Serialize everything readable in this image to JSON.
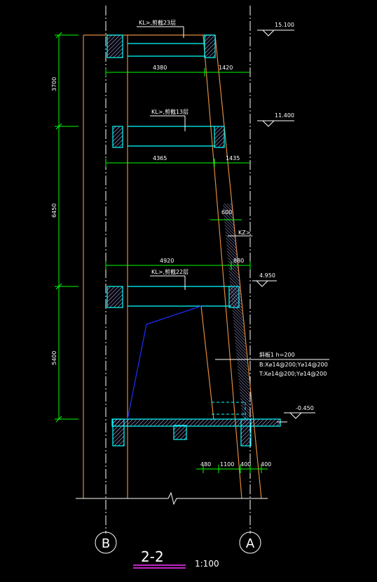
{
  "colors": {
    "background": "#000000",
    "axis_line": "#ffffff",
    "wall": "#e08a3c",
    "beam": "#00ffff",
    "dim": "#00ff00",
    "text": "#ffffff",
    "annotation": "#ffffff",
    "blue": "#2030ff",
    "hatch": "#b0b0ff",
    "title_underline": "#ff33ff"
  },
  "levels": {
    "l1": "15.100",
    "l2": "11.400",
    "l3": "4.950",
    "l4": "-0.450"
  },
  "beam_labels": {
    "b1": "KL>,剪截23层",
    "b2": "KL>,剪截13层",
    "b3": "KL>,剪截22层"
  },
  "dims": {
    "d1_left": "4380",
    "d1_right": "1420",
    "d2_left": "4365",
    "d2_right": "1435",
    "d3": "600",
    "d4_left": "4920",
    "d4_right": "880",
    "v1": "3700",
    "v2": "6450",
    "v3": "5400",
    "b1": "480",
    "b2": "1100",
    "b3": "400",
    "b4": "400"
  },
  "kz_label": "KZ>",
  "slab_note": {
    "line1": "斜板1 h=200",
    "line2": "B:X⌀14@200;Y⌀14@200",
    "line3": "T:X⌀14@200;Y⌀14@200"
  },
  "axes": {
    "left": "B",
    "right": "A"
  },
  "title": {
    "name": "2-2",
    "scale": "1:100"
  }
}
